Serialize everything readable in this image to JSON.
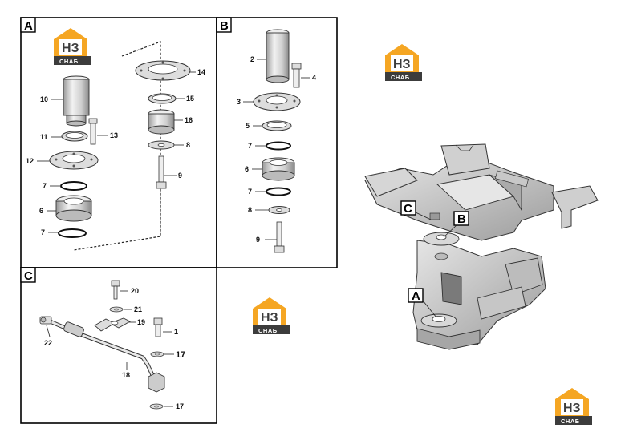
{
  "colors": {
    "logo_orange": "#f5a623",
    "logo_dark": "#3c3c3c",
    "logo_red": "#c0392b",
    "panel_border": "#000000",
    "part_gray": "#d9d9d9",
    "machine_gray": "#bfbfbf"
  },
  "logo": {
    "mark": "НЗ",
    "text": "СНАБ"
  },
  "panels": {
    "A": {
      "letter": "A",
      "callouts": {
        "c10": "10",
        "c11": "11",
        "c12": "12",
        "c13": "13",
        "c7a": "7",
        "c6": "6",
        "c7b": "7",
        "c14": "14",
        "c15": "15",
        "c16": "16",
        "c8": "8",
        "c9": "9"
      }
    },
    "B": {
      "letter": "B",
      "callouts": {
        "c2": "2",
        "c4": "4",
        "c3": "3",
        "c5": "5",
        "c7a": "7",
        "c6": "6",
        "c7b": "7",
        "c8": "8",
        "c9": "9"
      }
    },
    "C": {
      "letter": "C",
      "callouts": {
        "c20": "20",
        "c21": "21",
        "c19": "19",
        "c1": "1",
        "c22": "22",
        "c17a": "17",
        "c18": "18",
        "c17b": "17"
      }
    }
  },
  "machine_labels": {
    "C": "C",
    "B": "B",
    "A": "A"
  }
}
